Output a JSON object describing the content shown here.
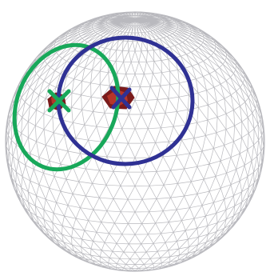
{
  "colors": {
    "background": "#ffffff",
    "mesh": "#b9b9be",
    "circle_green": "#18a85a",
    "circle_blue": "#2f3194",
    "patch_dark": "#7a1b1b",
    "patch_light": "#c0392b",
    "cross_green": "#18a85a",
    "cross_blue": "#2f3194"
  },
  "scene": {
    "sphere": {
      "mesh": "triangulated"
    },
    "circles": [
      {
        "name": "green-circle",
        "color_key": "circle_green"
      },
      {
        "name": "blue-circle",
        "color_key": "circle_blue"
      }
    ],
    "markers": [
      {
        "name": "green-marker",
        "cross_color_key": "cross_green"
      },
      {
        "name": "blue-marker",
        "cross_color_key": "cross_blue"
      }
    ]
  }
}
